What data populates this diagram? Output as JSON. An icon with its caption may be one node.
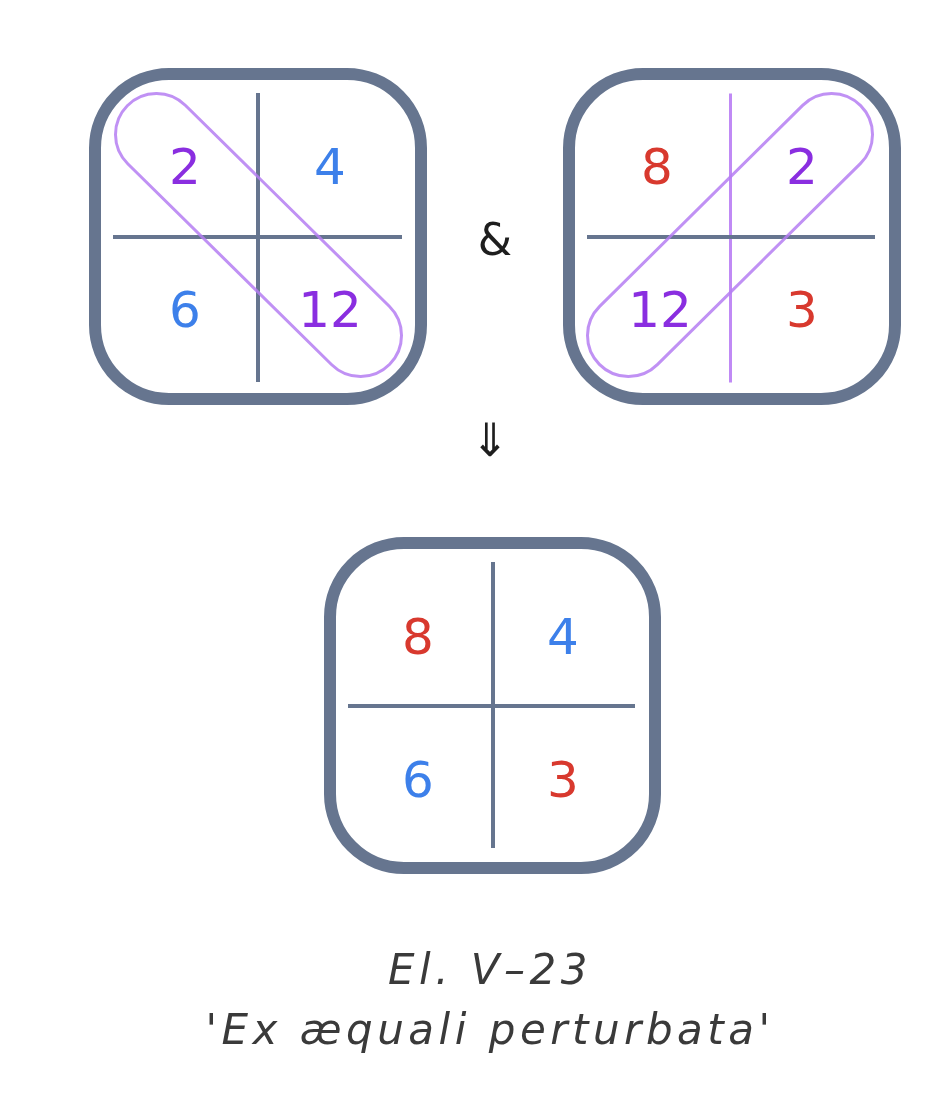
{
  "diagram": {
    "nodes": [
      {
        "text": [
          "4",
          "6"
        ]
      },
      {
        "text": [
          "2",
          "12"
        ],
        "in": 0
      },
      {
        "text": [
          "8",
          "3"
        ]
      },
      {
        "text": [
          "2",
          "12"
        ],
        "in": 2
      },
      {
        "text": [
          "8",
          "4",
          "6",
          "3"
        ]
      }
    ],
    "labels": [
      "&",
      "⇓",
      "El. V–23",
      "'Ex æquali perturbata'"
    ]
  }
}
